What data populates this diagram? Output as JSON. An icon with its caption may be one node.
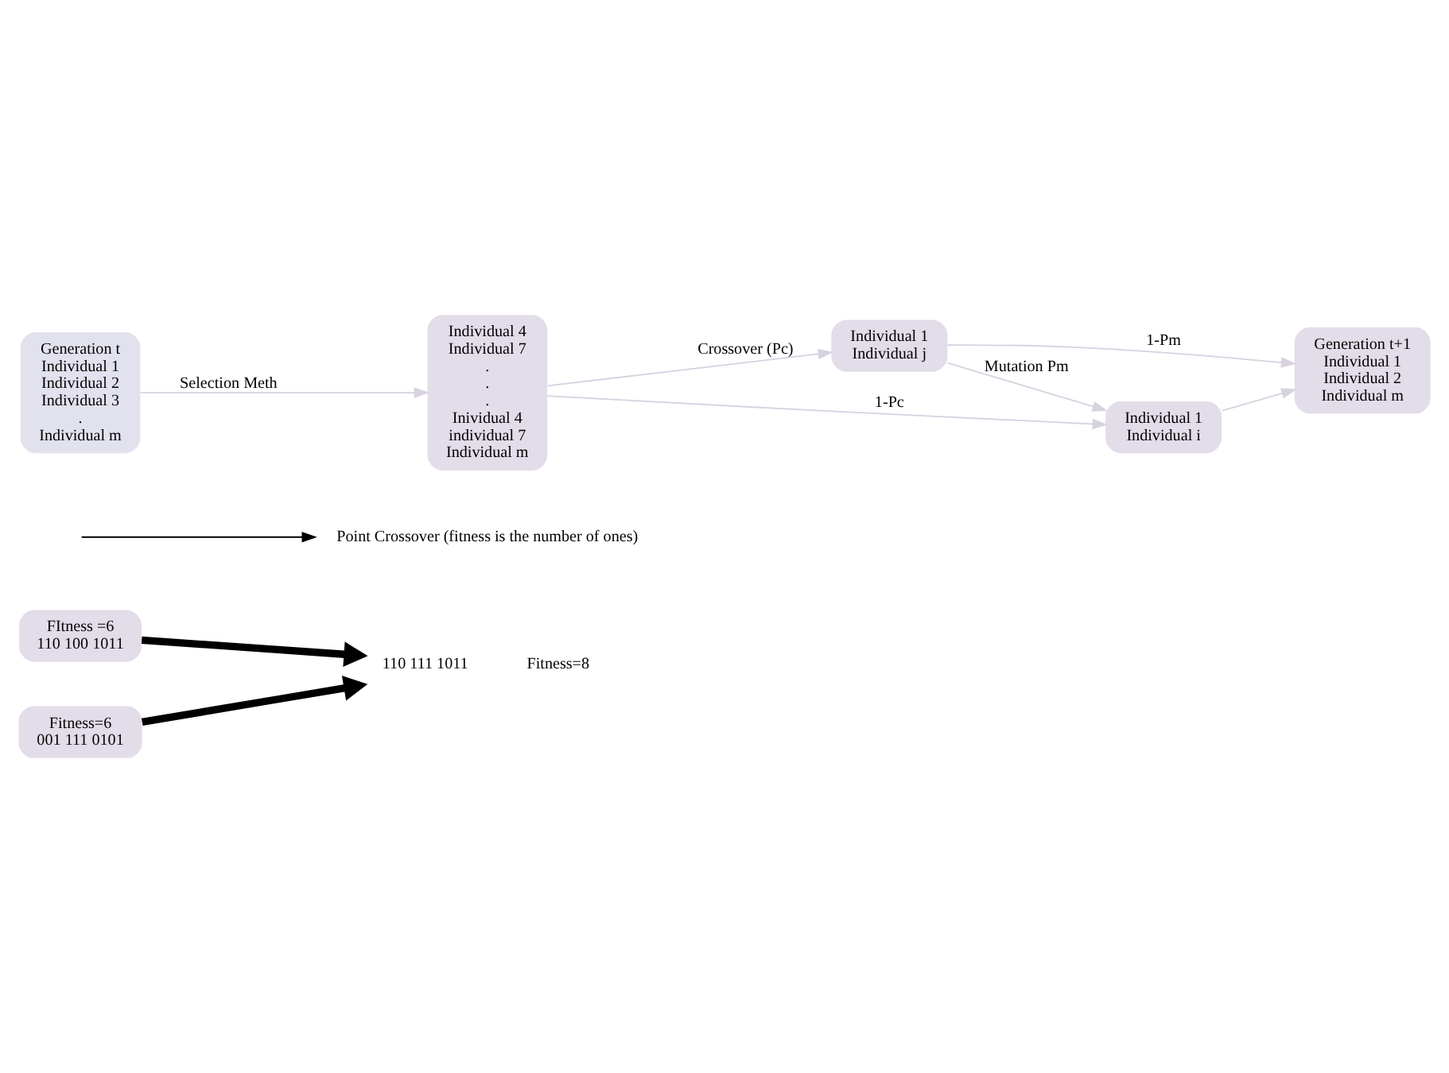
{
  "diagram": {
    "nodes": [
      {
        "text": [
          "FItness =6",
          "110 100 1011"
        ]
      },
      {
        "text": [
          "Fitness=6",
          "001 111 0101"
        ]
      },
      {
        "text": [
          "110 111 1011"
        ],
        "beside": [
          "Fitness=8"
        ]
      },
      {
        "text": [
          "Point Crossover (fitness is the number of ones)"
        ]
      },
      {
        "text": [
          "Generation t",
          "Individual 1",
          "Individual 2",
          "Individual 3",
          ".",
          "Individual m"
        ]
      },
      {
        "text": [
          "Individual 4",
          "Individual 7",
          ".",
          ".",
          ".",
          "Inividual 4",
          "individual 7",
          "Individual m"
        ]
      },
      {
        "text": [
          "Individual 1",
          "Individual j"
        ]
      },
      {
        "text": [
          "Individual 1",
          "Individual i"
        ]
      },
      {
        "text": [
          "Generation t+1",
          "Individual 1",
          "Individual 2",
          "Individual m"
        ]
      }
    ],
    "edges": [
      {
        "from": 0,
        "to": 2,
        "arrow": "to",
        "style": "thick",
        "color": "#000000"
      },
      {
        "from": 1,
        "to": 2,
        "arrow": "to",
        "style": "thick",
        "color": "#000000"
      },
      {
        "from": null,
        "to": 3,
        "arrow": "to",
        "color": "#000000"
      },
      {
        "from": 4,
        "to": 5,
        "arrow": "to",
        "label": "Selection Meth"
      },
      {
        "from": 5,
        "to": 6,
        "arrow": "to",
        "label": "Crossover (Pc)"
      },
      {
        "from": 5,
        "to": 7,
        "arrow": "to",
        "label": "1-Pc"
      },
      {
        "from": 6,
        "to": 7,
        "arrow": "to",
        "label": "Mutation Pm"
      },
      {
        "from": 6,
        "to": 8,
        "arrow": "to",
        "label": "1-Pm"
      },
      {
        "from": 7,
        "to": 8,
        "arrow": "to"
      }
    ]
  }
}
